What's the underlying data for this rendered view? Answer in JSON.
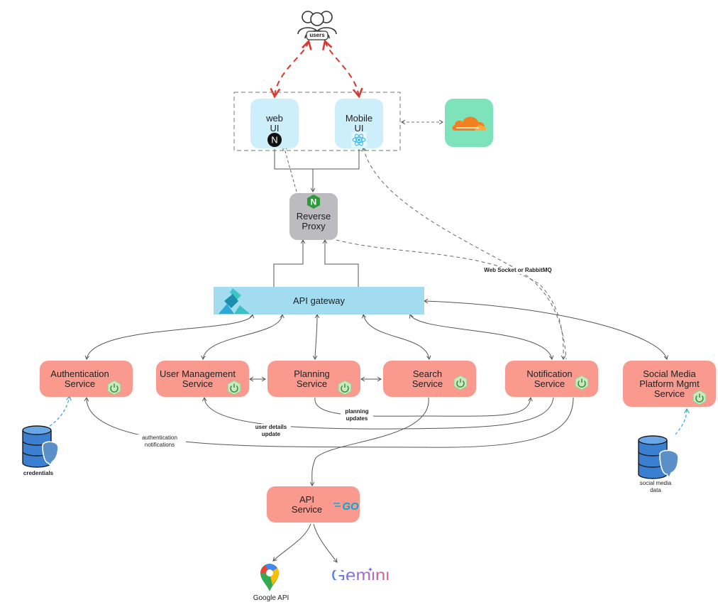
{
  "users": {
    "label": "users"
  },
  "frontend": {
    "web_ui": {
      "label": "web\nUI",
      "badge": "N"
    },
    "mobile_ui": {
      "label": "Mobile\nUI"
    }
  },
  "cdn": {
    "icon": "cloudflare-icon"
  },
  "reverse_proxy": {
    "label": "Reverse\nProxy",
    "badge": "N"
  },
  "api_gateway": {
    "label": "API gateway"
  },
  "services": {
    "authentication": {
      "label": "Authentication\nService"
    },
    "user_management": {
      "label": "User Management\nService"
    },
    "planning": {
      "label": "Planning\nService"
    },
    "search": {
      "label": "Search\nService"
    },
    "notification": {
      "label": "Notification\nService"
    },
    "social_media": {
      "label": "Social Media\nPlatform Mgmt\nService"
    },
    "api_service": {
      "label": "API\nService",
      "badge": "GO"
    }
  },
  "databases": {
    "credentials": {
      "label": "credentials"
    },
    "social_media_data": {
      "label": "social media\ndata"
    }
  },
  "external": {
    "google": {
      "label": "Google API"
    },
    "gemini": {
      "label": "Gemini"
    }
  },
  "annotations": {
    "websocket": "Web Socket or RabbitMQ",
    "planning_updates": "planning\nupdates",
    "user_details_update": "user details\nupdate",
    "auth_notifications": "authentication\nnotifications"
  },
  "colors": {
    "service": "#fa9a8f",
    "ui": "#cdeefb",
    "gateway": "#a3dcf0",
    "proxy": "#bcbcc0",
    "cdn": "#7ee3bb",
    "user_arrow": "#e0352b",
    "spring": "#c9eac1"
  }
}
